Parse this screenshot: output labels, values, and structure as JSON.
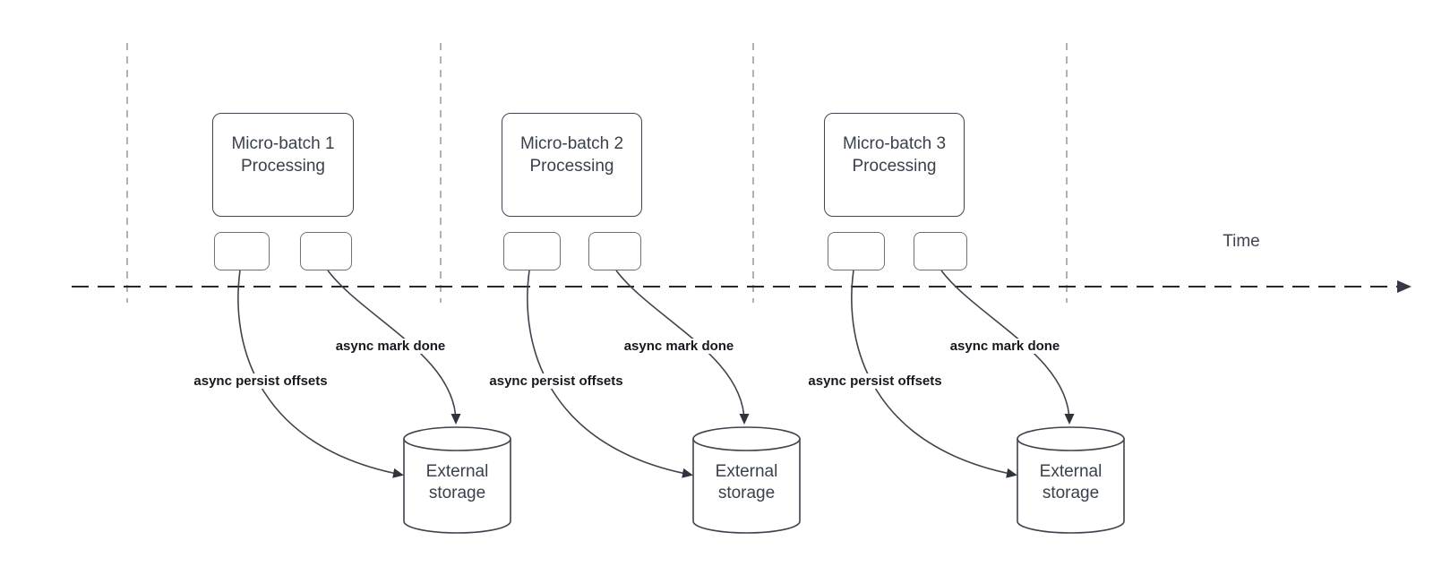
{
  "timeline": {
    "label": "Time"
  },
  "batches": [
    {
      "title_line1": "Micro-batch 1",
      "title_line2": "Processing",
      "persist_label": "async persist offsets",
      "mark_done_label": "async mark done",
      "storage": {
        "line1": "External",
        "line2": "storage"
      }
    },
    {
      "title_line1": "Micro-batch 2",
      "title_line2": "Processing",
      "persist_label": "async persist offsets",
      "mark_done_label": "async mark done",
      "storage": {
        "line1": "External",
        "line2": "storage"
      }
    },
    {
      "title_line1": "Micro-batch 3",
      "title_line2": "Processing",
      "persist_label": "async persist offsets",
      "mark_done_label": "async mark done",
      "storage": {
        "line1": "External",
        "line2": "storage"
      }
    }
  ],
  "colors": {
    "background": "#ffffff",
    "shape_stroke": "#3e434c",
    "small_box_stroke": "#6e7277",
    "shape_text": "#3a414c",
    "bold_label_text": "#16181d",
    "time_axis": "#26282c",
    "gridline": "#9e9e9e"
  }
}
